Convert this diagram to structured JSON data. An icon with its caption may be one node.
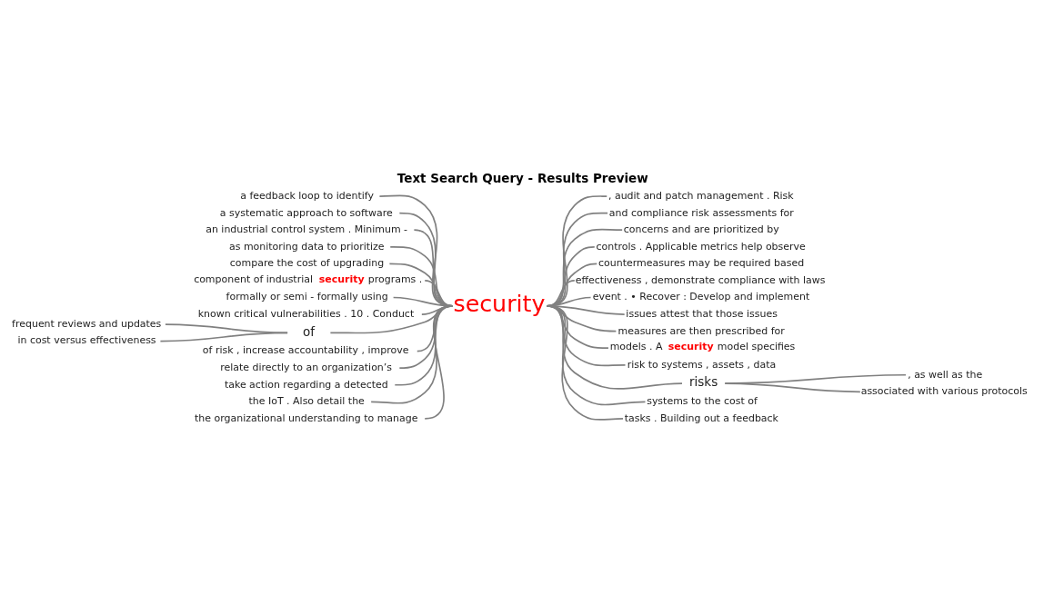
{
  "diagram": {
    "title": "Text Search Query - Results Preview",
    "nodes": [
      {
        "text": [
          "a feedback loop to identify"
        ]
      },
      {
        "text": [
          "a systematic approach to software"
        ]
      },
      {
        "text": [
          "an industrial control system . Minimum -"
        ]
      },
      {
        "text": [
          "as monitoring data to prioritize"
        ]
      },
      {
        "text": [
          "compare the cost of upgrading"
        ]
      },
      {
        "text": [
          "component of industrial **security** programs ."
        ]
      },
      {
        "text": [
          "formally or semi - formally using"
        ]
      },
      {
        "text": [
          "known critical vulnerabilities . 10 . Conduct"
        ]
      },
      {
        "text": [
          "frequent reviews and updates"
        ]
      },
      {
        "text": [
          "in cost versus effectiveness"
        ]
      },
      {
        "text": [
          "of"
        ]
      },
      {
        "text": [
          "of risk , increase accountability , improve"
        ]
      },
      {
        "text": [
          "relate directly to an organization’s"
        ]
      },
      {
        "text": [
          "take action regarding a detected"
        ]
      },
      {
        "text": [
          "the IoT . Also detail the"
        ]
      },
      {
        "text": [
          "the organizational understanding to manage"
        ]
      },
      {
        "text": [
          "security"
        ]
      },
      {
        "text": [
          ", audit and patch management . Risk"
        ]
      },
      {
        "text": [
          "and compliance risk assessments for"
        ]
      },
      {
        "text": [
          "concerns and are prioritized by"
        ]
      },
      {
        "text": [
          "controls . Applicable metrics help observe"
        ]
      },
      {
        "text": [
          "countermeasures may be required based"
        ]
      },
      {
        "text": [
          "effectiveness , demonstrate compliance with laws"
        ]
      },
      {
        "text": [
          "event . • Recover : Develop and implement"
        ]
      },
      {
        "text": [
          "issues attest that those issues"
        ]
      },
      {
        "text": [
          "measures are then prescribed for"
        ]
      },
      {
        "text": [
          "models . A **security** model specifies"
        ]
      },
      {
        "text": [
          "risk to systems , assets , data"
        ]
      },
      {
        "text": [
          "risks"
        ]
      },
      {
        "text": [
          ", as well as the"
        ]
      },
      {
        "text": [
          "associated with various protocols"
        ]
      },
      {
        "text": [
          "systems to the cost of"
        ]
      },
      {
        "text": [
          "tasks . Building out a feedback"
        ]
      }
    ],
    "edges": [
      {
        "from": 0,
        "to": 16,
        "arrow": "none"
      },
      {
        "from": 1,
        "to": 16,
        "arrow": "none"
      },
      {
        "from": 2,
        "to": 16,
        "arrow": "none"
      },
      {
        "from": 3,
        "to": 16,
        "arrow": "none"
      },
      {
        "from": 4,
        "to": 16,
        "arrow": "none"
      },
      {
        "from": 5,
        "to": 16,
        "arrow": "none"
      },
      {
        "from": 6,
        "to": 16,
        "arrow": "none"
      },
      {
        "from": 7,
        "to": 16,
        "arrow": "none"
      },
      {
        "from": 8,
        "to": 10,
        "arrow": "none"
      },
      {
        "from": 9,
        "to": 10,
        "arrow": "none"
      },
      {
        "from": 10,
        "to": 16,
        "arrow": "none"
      },
      {
        "from": 11,
        "to": 16,
        "arrow": "none"
      },
      {
        "from": 12,
        "to": 16,
        "arrow": "none"
      },
      {
        "from": 13,
        "to": 16,
        "arrow": "none"
      },
      {
        "from": 14,
        "to": 16,
        "arrow": "none"
      },
      {
        "from": 15,
        "to": 16,
        "arrow": "none"
      },
      {
        "from": 16,
        "to": 17,
        "arrow": "none"
      },
      {
        "from": 16,
        "to": 18,
        "arrow": "none"
      },
      {
        "from": 16,
        "to": 19,
        "arrow": "none"
      },
      {
        "from": 16,
        "to": 20,
        "arrow": "none"
      },
      {
        "from": 16,
        "to": 21,
        "arrow": "none"
      },
      {
        "from": 16,
        "to": 22,
        "arrow": "none"
      },
      {
        "from": 16,
        "to": 23,
        "arrow": "none"
      },
      {
        "from": 16,
        "to": 24,
        "arrow": "none"
      },
      {
        "from": 16,
        "to": 25,
        "arrow": "none"
      },
      {
        "from": 16,
        "to": 26,
        "arrow": "none"
      },
      {
        "from": 16,
        "to": 27,
        "arrow": "none"
      },
      {
        "from": 16,
        "to": 28,
        "arrow": "none"
      },
      {
        "from": 28,
        "to": 29,
        "arrow": "none"
      },
      {
        "from": 28,
        "to": 30,
        "arrow": "none"
      },
      {
        "from": 16,
        "to": 31,
        "arrow": "none"
      },
      {
        "from": 16,
        "to": 32,
        "arrow": "none"
      }
    ]
  }
}
